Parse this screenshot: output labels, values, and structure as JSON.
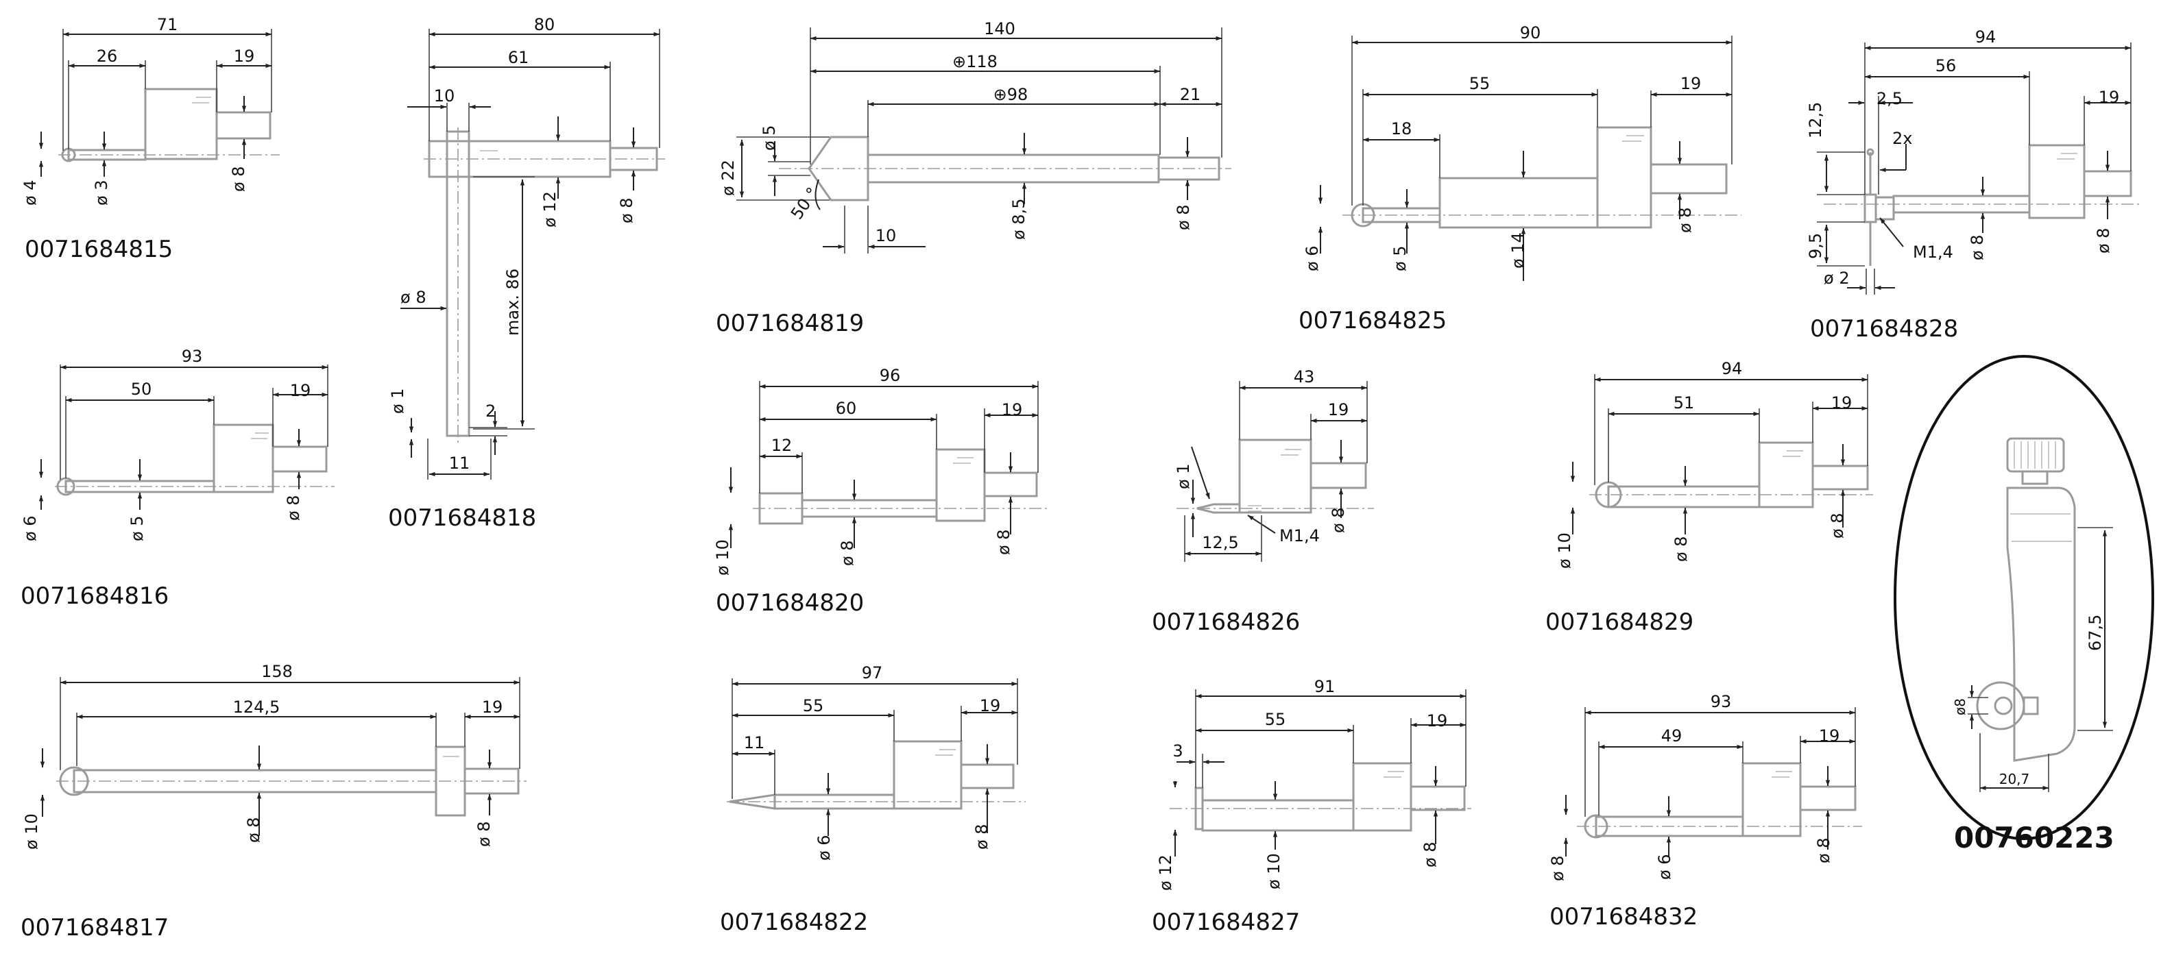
{
  "parts": [
    {
      "id": "p15",
      "code": "0071684815",
      "dims": [
        "71",
        "26",
        "19",
        "ø 4",
        "ø 3",
        "ø 8"
      ]
    },
    {
      "id": "p16",
      "code": "0071684816",
      "dims": [
        "93",
        "50",
        "19",
        "ø 6",
        "ø 5",
        "ø 8"
      ]
    },
    {
      "id": "p17",
      "code": "0071684817",
      "dims": [
        "158",
        "124,5",
        "19",
        "ø 10",
        "ø 8",
        "ø 8"
      ]
    },
    {
      "id": "p18",
      "code": "0071684818",
      "dims": [
        "80",
        "61",
        "10",
        "ø 12",
        "ø 8",
        "max. 86",
        "ø 8",
        "ø 1",
        "2",
        "11"
      ]
    },
    {
      "id": "p19",
      "code": "0071684819",
      "dims": [
        "140",
        "⊕118",
        "⊕98",
        "21",
        "ø 5",
        "ø 22",
        "50 °",
        "10",
        "ø 8,5",
        "ø 8"
      ]
    },
    {
      "id": "p20",
      "code": "0071684820",
      "dims": [
        "96",
        "60",
        "19",
        "12",
        "ø 10",
        "ø 8",
        "ø 8"
      ]
    },
    {
      "id": "p22",
      "code": "0071684822",
      "dims": [
        "97",
        "55",
        "19",
        "11",
        "ø 6",
        "ø 8"
      ]
    },
    {
      "id": "p25",
      "code": "0071684825",
      "dims": [
        "90",
        "55",
        "19",
        "18",
        "ø 6",
        "ø 5",
        "ø 14",
        "ø 8"
      ]
    },
    {
      "id": "p26",
      "code": "0071684826",
      "dims": [
        "43",
        "19",
        "ø 1",
        "M1,4",
        "12,5",
        "ø 8"
      ]
    },
    {
      "id": "p27",
      "code": "0071684827",
      "dims": [
        "91",
        "55",
        "19",
        "3",
        "ø 12",
        "ø 10",
        "ø 8"
      ]
    },
    {
      "id": "p28",
      "code": "0071684828",
      "dims": [
        "94",
        "56",
        "19",
        "2,5",
        "12,5",
        "2x",
        "9,5",
        "M1,4",
        "ø 2",
        "ø 8",
        "ø 8"
      ]
    },
    {
      "id": "p29",
      "code": "0071684829",
      "dims": [
        "94",
        "51",
        "19",
        "ø 10",
        "ø 8",
        "ø 8"
      ]
    },
    {
      "id": "p32",
      "code": "0071684832",
      "dims": [
        "93",
        "49",
        "19",
        "ø 8",
        "ø 6",
        "ø 8"
      ]
    },
    {
      "id": "p23",
      "code": "00760223",
      "dims": [
        "67,5",
        "ø8",
        "20,7"
      ]
    }
  ]
}
